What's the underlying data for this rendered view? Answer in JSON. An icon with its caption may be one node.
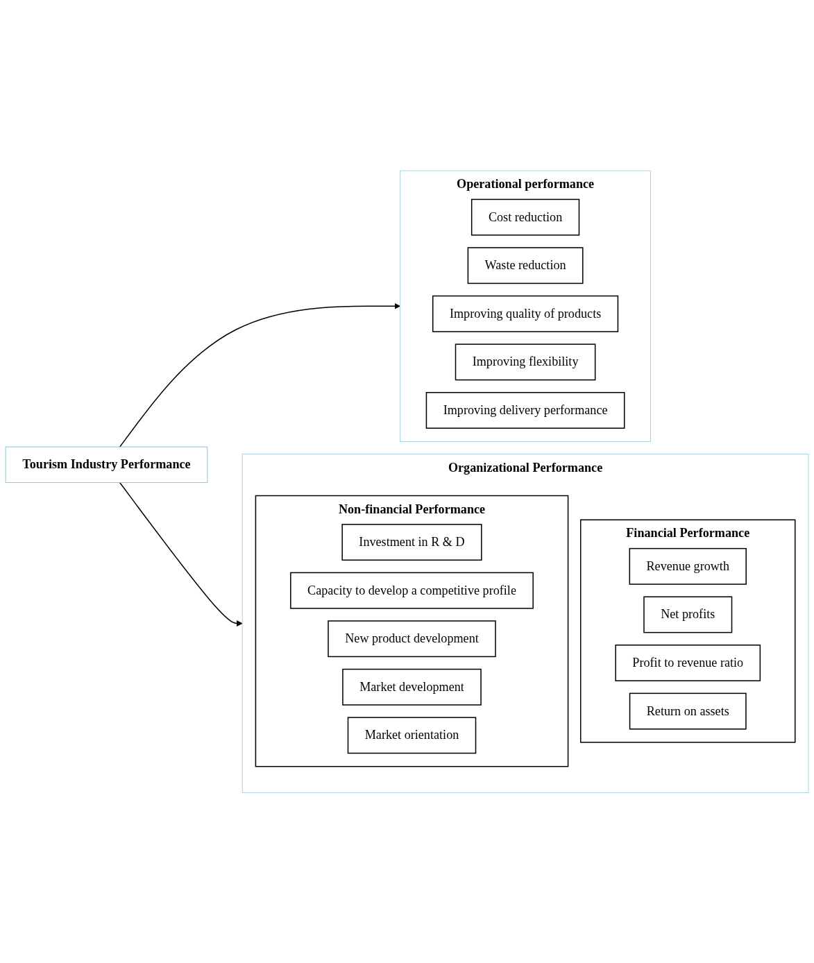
{
  "diagram": {
    "nodes": [
      {
        "text": [
          "Tourism Industry Performance"
        ]
      },
      {
        "text": [
          "Operational performance"
        ]
      },
      {
        "text": [
          "Cost reduction"
        ],
        "in": 1
      },
      {
        "text": [
          "Waste reduction"
        ],
        "in": 1
      },
      {
        "text": [
          "Improving quality of products"
        ],
        "in": 1
      },
      {
        "text": [
          "Improving flexibility"
        ],
        "in": 1
      },
      {
        "text": [
          "Improving delivery performance"
        ],
        "in": 1
      },
      {
        "text": [
          "Organizational Performance"
        ]
      },
      {
        "text": [
          "Financial Performance"
        ],
        "in": 7
      },
      {
        "text": [
          "Revenue growth"
        ],
        "in": 8
      },
      {
        "text": [
          "Net profits"
        ],
        "in": 8
      },
      {
        "text": [
          "Profit to revenue ratio"
        ],
        "in": 8
      },
      {
        "text": [
          "Return on assets"
        ],
        "in": 8
      },
      {
        "text": [
          "Non-financial Performance"
        ],
        "in": 7
      },
      {
        "text": [
          "Investment in R & D"
        ],
        "in": 13
      },
      {
        "text": [
          "Capacity to develop a competitive profile"
        ],
        "in": 13
      },
      {
        "text": [
          "New product development"
        ],
        "in": 13
      },
      {
        "text": [
          "Market development"
        ],
        "in": 13
      },
      {
        "text": [
          "Market orientation"
        ],
        "in": 13
      }
    ],
    "edges": [
      {
        "from": 0,
        "to": 1,
        "arrow": "to"
      },
      {
        "from": 0,
        "to": 7,
        "arrow": "to"
      }
    ]
  }
}
